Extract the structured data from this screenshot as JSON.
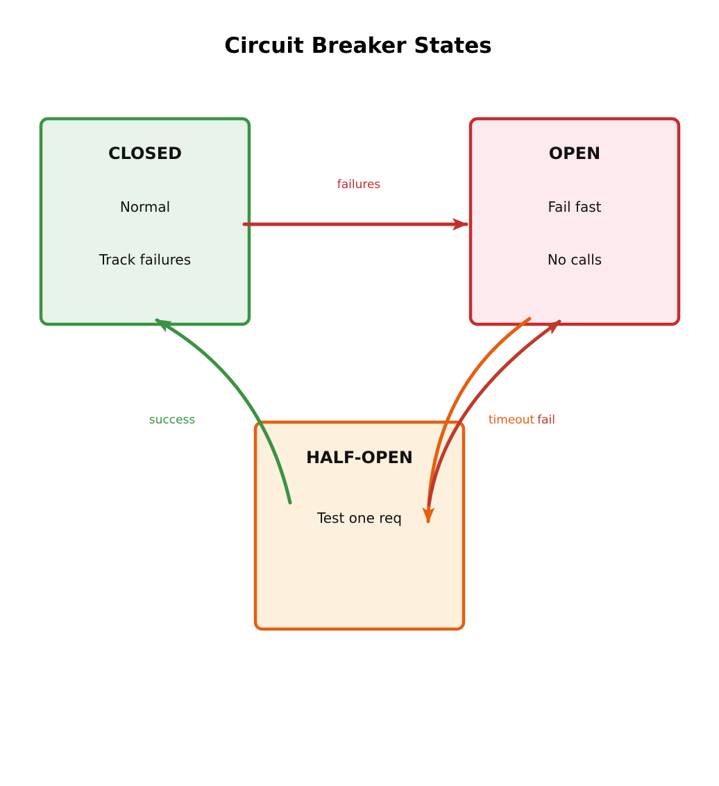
{
  "title": "Circuit Breaker States",
  "colors": {
    "background": "#ffffff",
    "title_text": "#000000",
    "state_text": "#111111",
    "green": "#3a9342",
    "green_fill": "#e8f3e9",
    "red": "#c62d2d",
    "red_fill": "#fdeaee",
    "orange": "#e55f10",
    "orange_fill": "#fdf0dd",
    "fail_red": "#c0392b"
  },
  "states": {
    "closed": {
      "name": "CLOSED",
      "lines": [
        "Normal",
        "Track failures"
      ]
    },
    "open": {
      "name": "OPEN",
      "lines": [
        "Fail fast",
        "No calls"
      ]
    },
    "half_open": {
      "name": "HALF-OPEN",
      "lines": [
        "Test one req"
      ]
    }
  },
  "transitions": [
    {
      "label": "failures",
      "from": "CLOSED",
      "to": "OPEN"
    },
    {
      "label": "success",
      "from": "HALF-OPEN",
      "to": "CLOSED"
    },
    {
      "label": "timeout",
      "from": "OPEN",
      "to": "HALF-OPEN"
    },
    {
      "label": "fail",
      "from": "HALF-OPEN",
      "to": "OPEN"
    }
  ]
}
